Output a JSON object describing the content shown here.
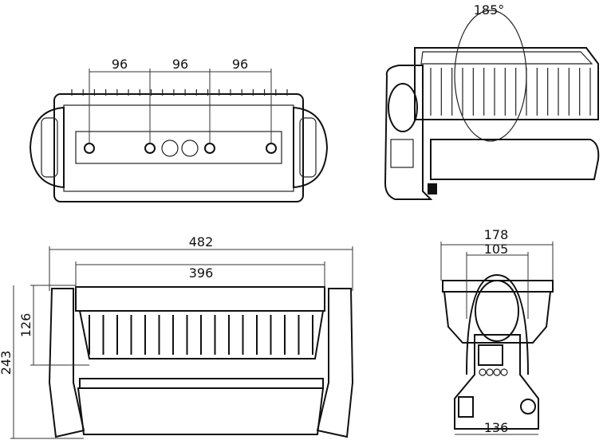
{
  "title": "Fixture dimension drawing",
  "top_view": {
    "dims": [
      "96",
      "96",
      "96"
    ]
  },
  "perspective_view": {
    "tilt_angle": "185°"
  },
  "front_view": {
    "overall_width": "482",
    "head_width": "396",
    "head_height": "126",
    "overall_height": "243"
  },
  "side_view": {
    "overall_depth": "178",
    "lens_width": "105",
    "base_width": "136"
  },
  "colors": {
    "line": "#111111",
    "background": "#ffffff"
  }
}
